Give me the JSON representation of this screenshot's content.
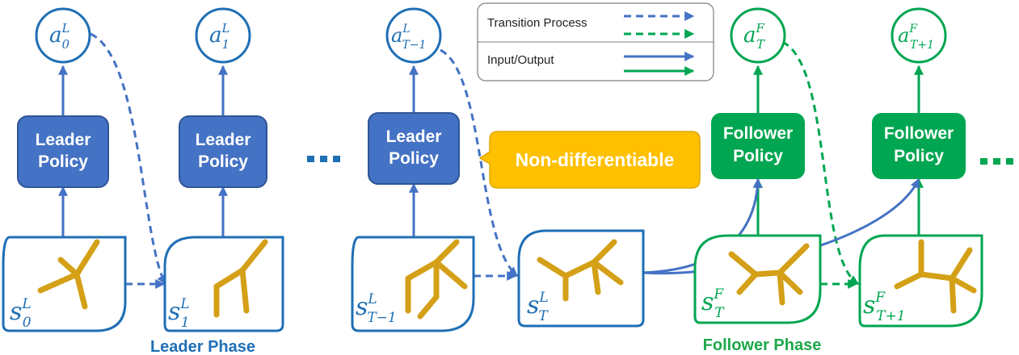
{
  "colors": {
    "leader": "#4472c4",
    "leader_dark": "#2f5597",
    "follower": "#00a651",
    "molecule": "#d4a017",
    "molecule_dark": "#a87c00",
    "callout": "#ffc000",
    "leader_box_border": "#1f6fb5",
    "leader_text": "#1f6fb5",
    "follower_text": "#1ea84a"
  },
  "actions": {
    "a0": {
      "base": "a",
      "sub": "0",
      "sup": "L"
    },
    "a1": {
      "base": "a",
      "sub": "1",
      "sup": "L"
    },
    "aTm1": {
      "base": "a",
      "sub": "T−1",
      "sup": "L"
    },
    "aT": {
      "base": "a",
      "sub": "T",
      "sup": "F"
    },
    "aTp1": {
      "base": "a",
      "sub": "T+1",
      "sup": "F"
    }
  },
  "states": {
    "s0": {
      "base": "s",
      "sub": "0",
      "sup": "L"
    },
    "s1": {
      "base": "s",
      "sub": "1",
      "sup": "L"
    },
    "sTm1": {
      "base": "s",
      "sub": "T−1",
      "sup": "L"
    },
    "sT_leader": {
      "base": "s",
      "sub": "T",
      "sup": "L"
    },
    "sT_follower": {
      "base": "s",
      "sub": "T",
      "sup": "F"
    },
    "sTp1": {
      "base": "s",
      "sub": "T+1",
      "sup": "F"
    }
  },
  "policies": {
    "leader": {
      "line1": "Leader",
      "line2": "Policy"
    },
    "follower": {
      "line1": "Follower",
      "line2": "Policy"
    }
  },
  "legend": {
    "transition": "Transition Process",
    "io": "Input/Output"
  },
  "callout": "Non-differentiable",
  "phases": {
    "leader": "Leader Phase",
    "follower": "Follower Phase"
  }
}
